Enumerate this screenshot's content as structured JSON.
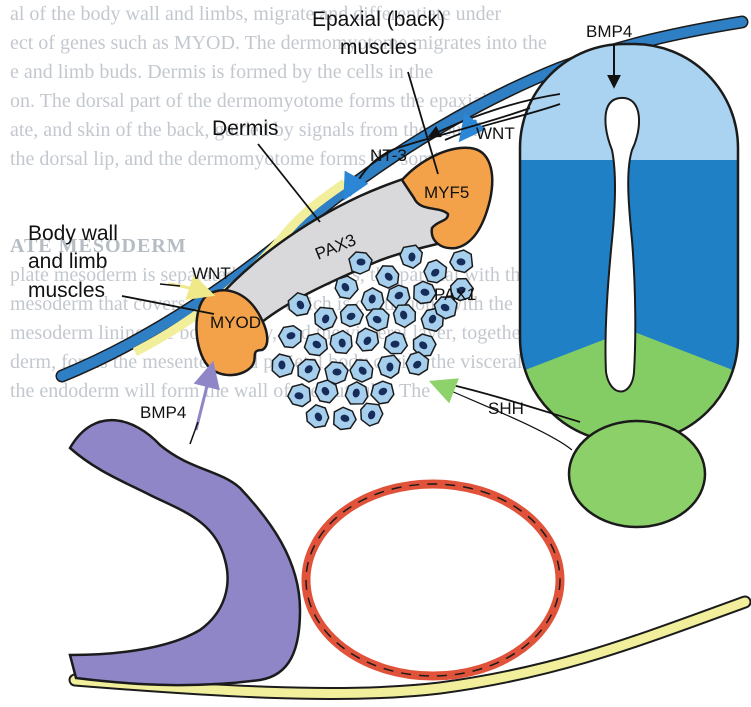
{
  "background_text": [
    "al of the body wall and limbs, migrate and differentiate under",
    "ect of genes such as MYOD. The dermomyotome migrates into the",
    "e and limb buds. Dermis is formed by the cells in the",
    "on. The dorsal part of the dermomyotome forms the epaxial",
    "ate, and skin of the back, guided by signals from the neural",
    "the dorsal lip, and the dermomyotome forms the somitic",
    "",
    "",
    "ATE MESODERM",
    "plate mesoderm is separated into two layers, the parietal with the",
    "mesoderm that covers the organs, which is continuous with the",
    "mesoderm lining the body cavity, and the visceral layer, together with",
    "derm, forms the mesentery and parietal body cavity, the visceral",
    "the endoderm will form the wall of the gut tube. The"
  ],
  "labels": {
    "epaxial_line1": "Epaxial (back)",
    "epaxial_line2": "muscles",
    "dermis": "Dermis",
    "nt3": "NT-3",
    "wnt_top": "WNT",
    "bmp4_top": "BMP4",
    "myf5": "MYF5",
    "pax3": "PAX3",
    "pax1": "PAX1",
    "body_wall_line1": "Body wall",
    "body_wall_line2": "and limb",
    "body_wall_line3": "muscles",
    "wnt_left": "WNT",
    "myod": "MYOD",
    "bmp4_bottom": "BMP4",
    "shh": "SHH"
  },
  "colors": {
    "ectoderm_blue": "#2f7fc4",
    "ectoderm_yellow": "#f1ef9c",
    "neural_tube_dark": "#1f80c6",
    "neural_tube_light": "#a9d3f0",
    "floor_plate_green": "#84cc64",
    "notochord_green": "#8cd06a",
    "dermomyotome_gray": "#d9d9dc",
    "muscle_orange": "#f3a24a",
    "mesoderm_purple": "#8f86c8",
    "aorta_red": "#e0533a",
    "sclerotome_cell": "#a6cfee",
    "nucleus": "#162c59",
    "signal_arrow_blue": "#2b86d6",
    "signal_arrow_green": "#8ed26c"
  },
  "sclerotome_cells": 36
}
